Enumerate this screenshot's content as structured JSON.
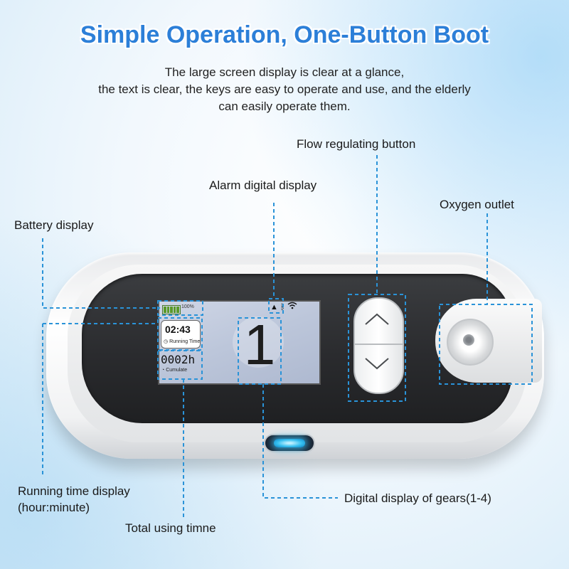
{
  "header": {
    "title": "Simple Operation, One-Button Boot",
    "subtitle_lines": [
      "The large screen display is clear at a glance,",
      "the text is clear, the keys are easy to operate and use, and the elderly",
      "can easily operate them."
    ]
  },
  "labels": {
    "flow_button": "Flow regulating button",
    "alarm_display": "Alarm digital display",
    "oxygen_outlet": "Oxygen outlet",
    "battery_display": "Battery display",
    "running_time_line1": "Running time display",
    "running_time_line2": "(hour:minute)",
    "total_time": "Total using timne",
    "gear_display": "Digital display of gears(1-4)"
  },
  "screen": {
    "battery_percent": "100%",
    "running_time": "02:43",
    "running_time_label": "Running Time",
    "cumulative": "0002h",
    "cumulative_label": "Cumulate",
    "gear": "1",
    "icons": [
      "warning-icon",
      "bluetooth-icon",
      "wifi-icon"
    ]
  },
  "colors": {
    "title": "#2c7fd8",
    "callout": "#2a93d8",
    "led": "#36c0f0"
  }
}
